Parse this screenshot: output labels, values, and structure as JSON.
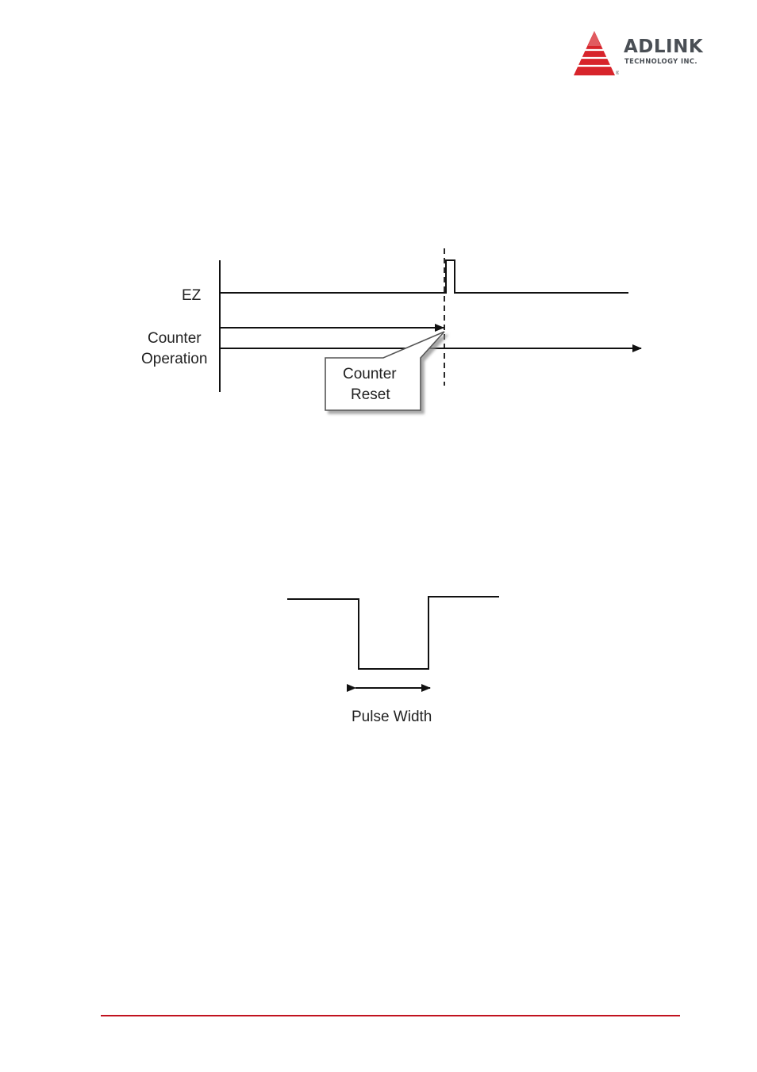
{
  "header": {
    "logo": {
      "name": "ADLINK",
      "sub": "TECHNOLOGY INC.",
      "registered_mark": "®"
    }
  },
  "figure_counter_reset": {
    "signal_ez_label": "EZ",
    "counter_label_line1": "Counter",
    "counter_label_line2": "Operation",
    "callout_line1": "Counter",
    "callout_line2": "Reset"
  },
  "figure_pulse_width": {
    "label": "Pulse Width"
  },
  "colors": {
    "brand_red": "#c1121f",
    "logo_grey": "#4a4f55",
    "line": "#111111"
  }
}
